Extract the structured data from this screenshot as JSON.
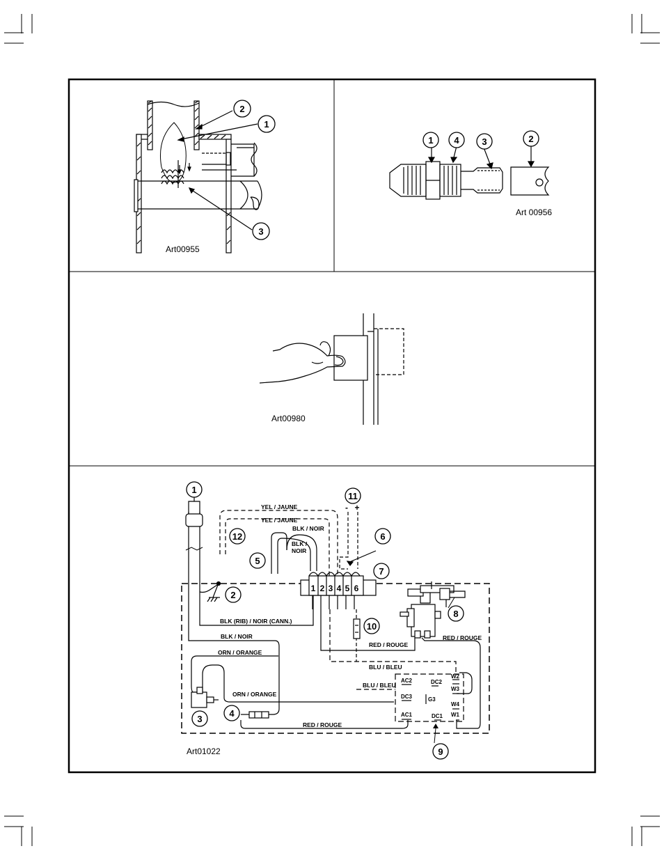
{
  "panels": {
    "flame_diagram": {
      "art_number": "Art00955",
      "callouts": [
        "1",
        "2",
        "3"
      ]
    },
    "fitting_diagram": {
      "art_number": "Art 00956",
      "callouts": [
        "1",
        "2",
        "3",
        "4"
      ]
    },
    "hand_diagram": {
      "art_number": "Art00980"
    },
    "wiring_diagram": {
      "art_number": "Art01022",
      "callouts": [
        "1",
        "2",
        "3",
        "4",
        "5",
        "6",
        "7",
        "8",
        "9",
        "10",
        "11",
        "12"
      ],
      "terminal_strip": [
        "1",
        "2",
        "3",
        "4",
        "5",
        "6"
      ],
      "polarity": [
        "-",
        "+"
      ],
      "wire_labels": {
        "yel_1": "YEL / JAUNE",
        "yel_2": "YEL / JAUNE",
        "blk_noir_top": "BLK / NOIR",
        "blk_noir_coil_1": "BLK /",
        "blk_noir_coil_2": "NOIR",
        "blk_rib": "BLK (RIB) / NOIR (CANN.)",
        "blk_noir": "BLK / NOIR",
        "orn_1": "ORN / ORANGE",
        "orn_2": "ORN / ORANGE",
        "red_1": "RED / ROUGE",
        "red_2": "RED / ROUGE",
        "red_3": "RED / ROUGE",
        "blu_1": "BLU / BLEU",
        "blu_2": "BLU / BLEU"
      },
      "board_terminals": [
        "AC2",
        "DC2",
        "W2",
        "W3",
        "DC3",
        "G3",
        "W4",
        "AC1",
        "DC1",
        "W1"
      ]
    }
  }
}
